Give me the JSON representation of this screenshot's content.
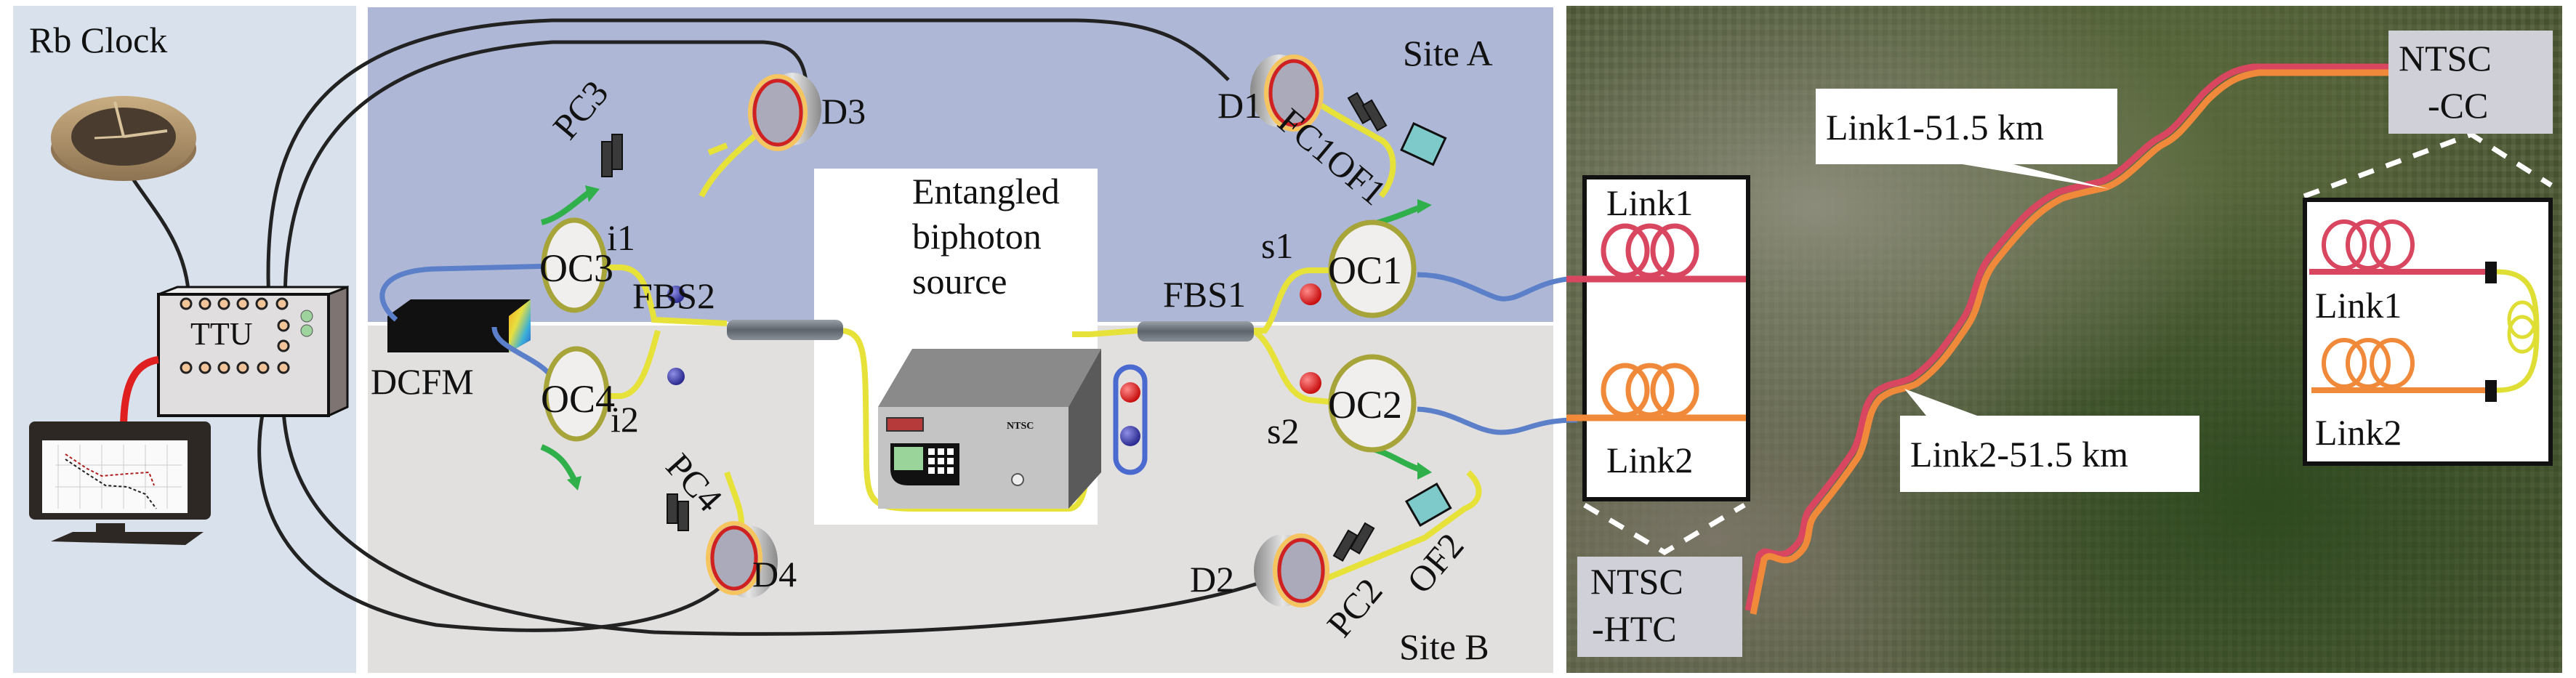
{
  "figure": {
    "left_panel": {
      "rb_clock_label": "Rb Clock",
      "ttu_label": "TTU",
      "monitor": "plot-display-icon"
    },
    "site_a": {
      "title": "Site A",
      "components": {
        "detector_1": "D1",
        "detector_3": "D3",
        "polarization_controller_3": "PC3",
        "filter_combo_1": "FC1OF1",
        "circulator_1": "OC1",
        "circulator_3": "OC3",
        "photon_i1": "i1",
        "photon_s1": "s1",
        "splitter_2": "FBS2",
        "splitter_1": "FBS1"
      }
    },
    "site_b": {
      "title": "Site B",
      "components": {
        "detector_2": "D2",
        "detector_4": "D4",
        "polarization_controller_4": "PC4",
        "polarization_controller_2": "PC2",
        "optical_filter_2": "OF2",
        "circulator_2": "OC2",
        "circulator_4": "OC4",
        "photon_i2": "i2",
        "photon_s2": "s2",
        "dispersion_module": "DCFM"
      }
    },
    "source": {
      "title_line1": "Entangled",
      "title_line2": "biphoton",
      "title_line3": "source",
      "device_brand": "NTSC"
    },
    "map": {
      "link_box_left": {
        "link1": "Link1",
        "link2": "Link2"
      },
      "link1_callout": "Link1-51.5 km",
      "link2_callout": "Link2-51.5 km",
      "station_top": {
        "line1": "NTSC",
        "line2": "-CC"
      },
      "station_bottom": {
        "line1": "NTSC",
        "line2": "-HTC"
      },
      "link_box_right": {
        "link1": "Link1",
        "link2": "Link2"
      }
    },
    "colors": {
      "link1": "#d9465f",
      "link2": "#f08a3a",
      "fiber_yellow": "#e6e23a",
      "fiber_blue": "#5b7fc8",
      "arrow_green": "#2fb04a",
      "signal_photon": "#e01e1e",
      "idler_photon": "#3a3aa8",
      "circulator": "#a7a43a",
      "site_a_bg": "#aeb7d5",
      "site_b_bg": "#e2dfdf",
      "left_bg": "#d8e1ec"
    }
  }
}
